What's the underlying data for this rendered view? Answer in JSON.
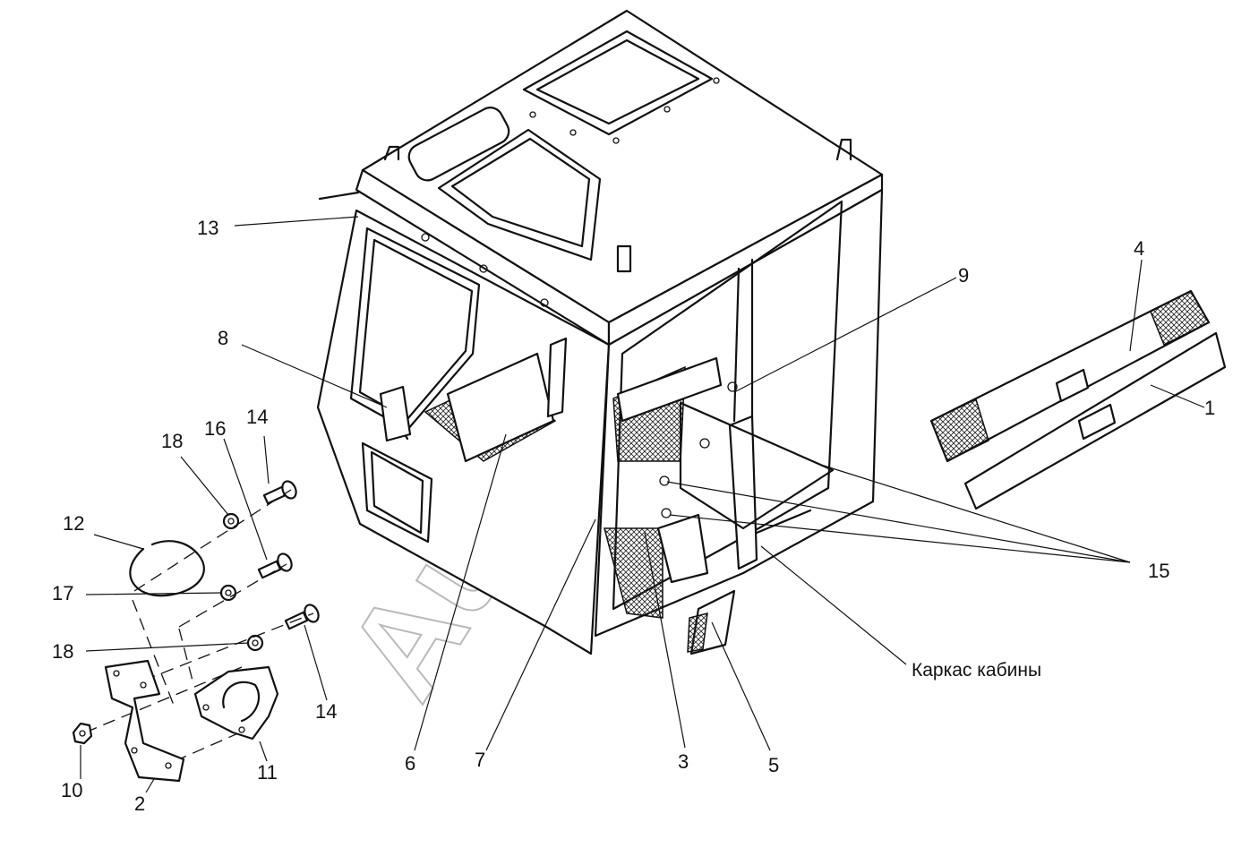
{
  "labels": {
    "l1": "1",
    "l2": "2",
    "l3": "3",
    "l4": "4",
    "l5": "5",
    "l6": "6",
    "l7": "7",
    "l8": "8",
    "l9": "9",
    "l10": "10",
    "l11": "11",
    "l12": "12",
    "l13": "13",
    "l14a": "14",
    "l14b": "14",
    "l15": "15",
    "l16": "16",
    "l17": "17",
    "l18a": "18",
    "l18b": "18"
  },
  "caption": "Каркас кабины",
  "watermark": "AutoSoft"
}
